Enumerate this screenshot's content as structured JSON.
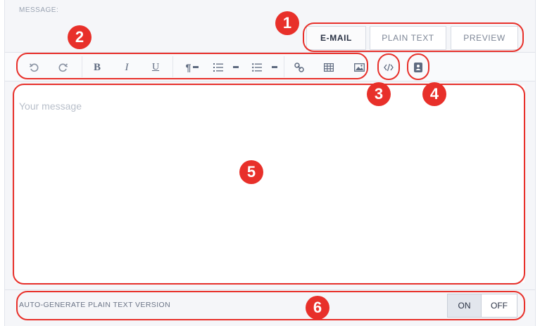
{
  "message_label": "MESSAGE:",
  "tabs": [
    {
      "label": "E-MAIL",
      "active": true
    },
    {
      "label": "PLAIN TEXT",
      "active": false
    },
    {
      "label": "PREVIEW",
      "active": false
    }
  ],
  "toolbar": {
    "icons": [
      "undo-icon",
      "redo-icon",
      "bold-icon",
      "italic-icon",
      "underline-icon",
      "paragraph-dropdown-icon",
      "ordered-list-dropdown-icon",
      "unordered-list-dropdown-icon",
      "link-icon",
      "table-icon",
      "image-icon",
      "code-view-icon",
      "personalize-icon"
    ],
    "bold": "B",
    "italic": "I",
    "underline": "U",
    "paragraph": "¶"
  },
  "editor": {
    "placeholder": "Your message"
  },
  "footer": {
    "auto_generate_label": "AUTO-GENERATE PLAIN TEXT VERSION",
    "on_label": "ON",
    "off_label": "OFF",
    "selected": "ON"
  },
  "callouts": [
    "1",
    "2",
    "3",
    "4",
    "5",
    "6"
  ],
  "accent_color": "#e8302a"
}
